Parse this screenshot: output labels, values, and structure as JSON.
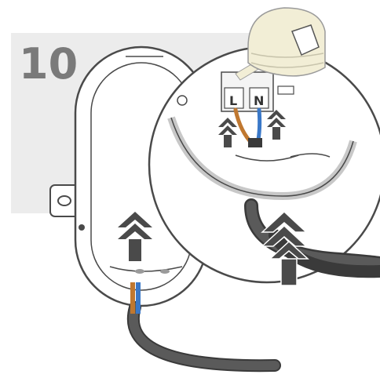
{
  "step": {
    "number": "10"
  },
  "terminals": {
    "live_label": "L",
    "neutral_label": "N"
  },
  "colors": {
    "panel": "#ececec",
    "outline": "#4a4a4a",
    "step_number": "#7a7a7a",
    "cable": "#3a3a3a",
    "wire_live": "#c07830",
    "wire_neutral": "#3a78c8",
    "arrow": "#4a4a4a",
    "screwdriver": "#f2eed6"
  },
  "icons": [
    "light-fixture-base",
    "magnifier-detail-circle",
    "terminal-block",
    "screwdriver-icon",
    "up-arrow-icon",
    "power-cable"
  ]
}
